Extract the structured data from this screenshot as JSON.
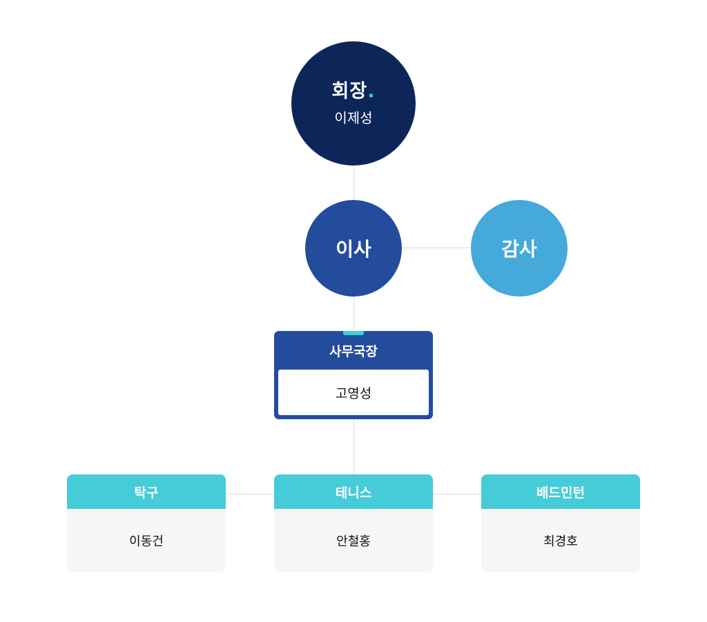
{
  "president": {
    "title": "회장",
    "title_mark": ".",
    "name": "이제성"
  },
  "director": {
    "title": "이사"
  },
  "auditor": {
    "title": "감사"
  },
  "secretary_general": {
    "title": "사무국장",
    "name": "고영성"
  },
  "clubs": [
    {
      "title": "탁구",
      "name": "이동건"
    },
    {
      "title": "테니스",
      "name": "안철홍"
    },
    {
      "title": "배드민턴",
      "name": "최경호"
    }
  ],
  "colors": {
    "president": "#0c2659",
    "director": "#234c9d",
    "auditor": "#45a9da",
    "accent": "#33c6da",
    "club_header": "#45ccd8",
    "club_body": "#f6f6f6",
    "connector": "#dcdcdc"
  }
}
